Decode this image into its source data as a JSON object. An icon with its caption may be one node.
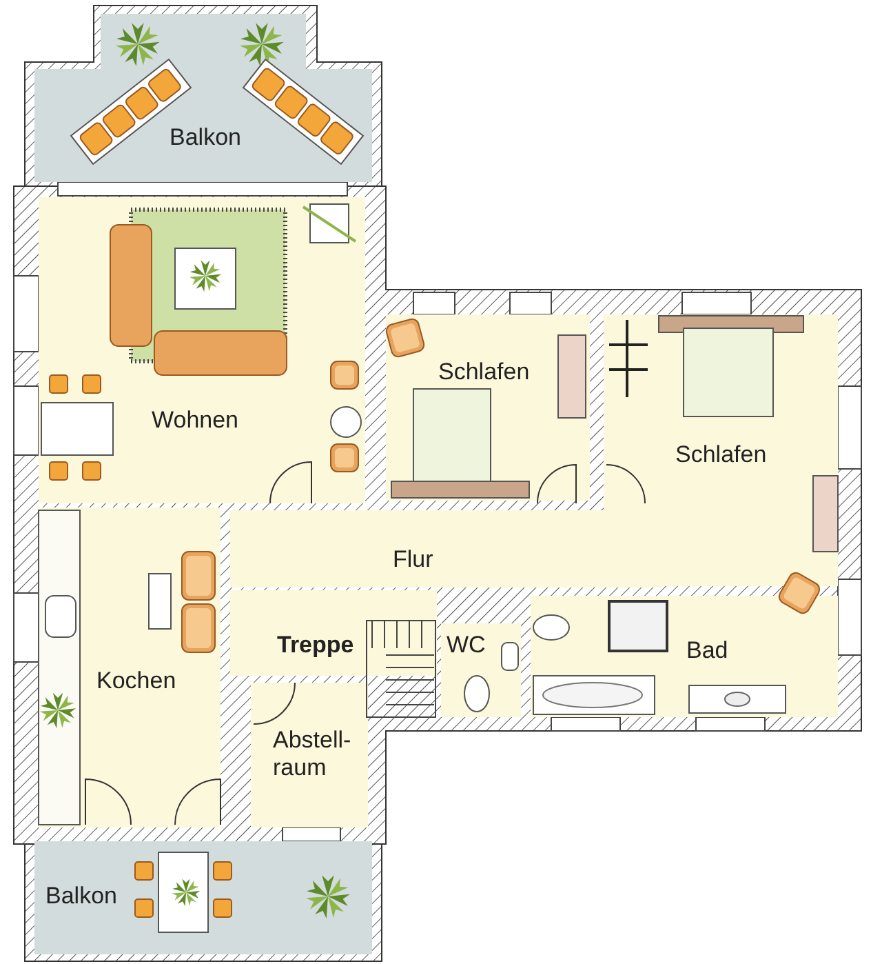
{
  "diagram": {
    "nodes": [
      {
        "text": [
          "Balkon"
        ]
      },
      {
        "text": [
          "Wohnen"
        ]
      },
      {
        "text": [
          "Schlafen"
        ]
      },
      {
        "text": [
          "Schlafen"
        ]
      },
      {
        "text": [
          "Flur"
        ]
      },
      {
        "text": [
          "Treppe"
        ]
      },
      {
        "text": [
          "WC"
        ]
      },
      {
        "text": [
          "Bad"
        ]
      },
      {
        "text": [
          "Kochen"
        ]
      },
      {
        "text": [
          "Abstell-raum"
        ]
      },
      {
        "text": [
          "Balkon"
        ]
      }
    ]
  }
}
